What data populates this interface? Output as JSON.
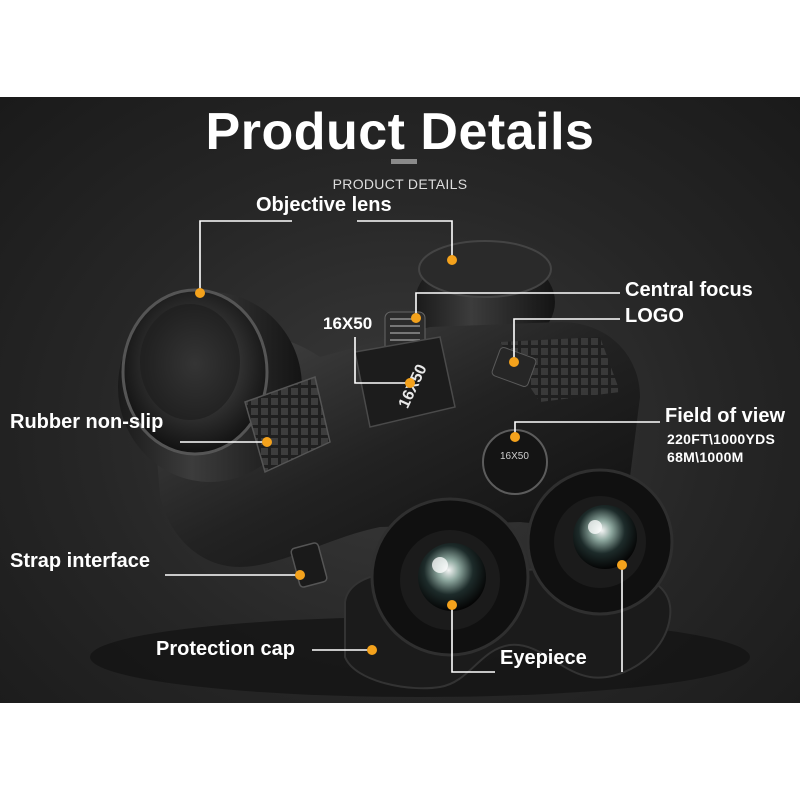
{
  "header": {
    "title": "Product Details",
    "subtitle": "PRODUCT DETAILS"
  },
  "callouts": {
    "objective_lens": "Objective lens",
    "central_focus": "Central focus",
    "logo": "LOGO",
    "model": "16X50",
    "rubber_non_slip": "Rubber non-slip",
    "field_of_view": "Field of view",
    "fov_ft": "220FT\\1000YDS",
    "fov_m": "68M\\1000M",
    "strap_interface": "Strap interface",
    "protection_cap": "Protection cap",
    "eyepiece": "Eyepiece"
  },
  "imprints": {
    "body_model": "16X50",
    "eyepiece_model": "16X50"
  },
  "colors": {
    "background": "#262626",
    "callout_dot": "#f4a21c",
    "label_text": "#ffffff"
  }
}
